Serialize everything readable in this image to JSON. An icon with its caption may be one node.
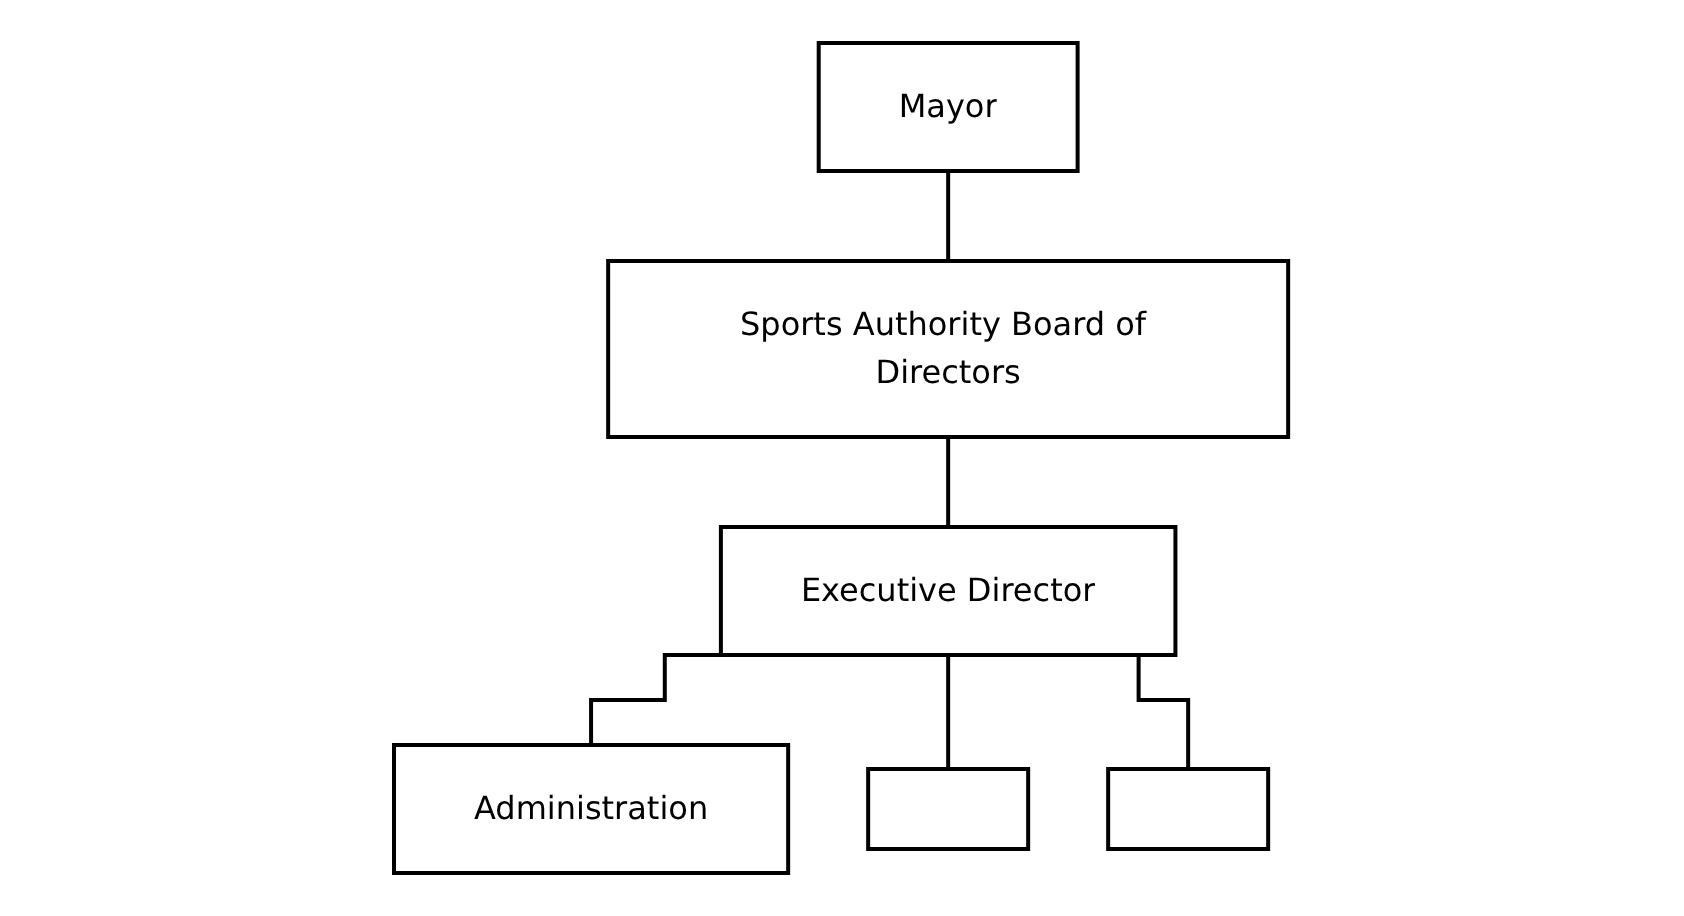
{
  "diagram": {
    "nodes": [
      {
        "text": [
          "Mayor"
        ]
      },
      {
        "text": [
          "Sports Authority Board of Directors"
        ]
      },
      {
        "text": [
          "Executive Director"
        ]
      },
      {
        "text": [
          "Administration"
        ]
      },
      {
        "text": [],
        "shape": "box"
      },
      {
        "text": [],
        "shape": "box"
      }
    ],
    "edges": [
      {
        "from": 0,
        "to": 1,
        "arrow": "none"
      },
      {
        "from": 1,
        "to": 2,
        "arrow": "none"
      },
      {
        "from": 2,
        "to": 3,
        "arrow": "none"
      },
      {
        "from": 2,
        "to": 4,
        "arrow": "none"
      },
      {
        "from": 2,
        "to": 5,
        "arrow": "none"
      }
    ]
  }
}
